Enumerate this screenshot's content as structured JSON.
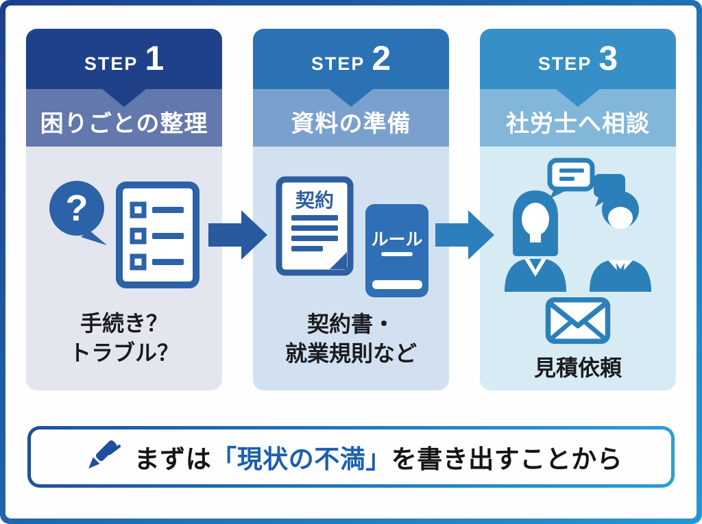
{
  "colors": {
    "frame_border_start": "#1d3f8c",
    "frame_border_end": "#2398d2",
    "step_text": "#ffffff",
    "s1_header": "#1f4189",
    "s1_sub": "#6378ac",
    "s1_body": "#e3e6ef",
    "s1_icon": "#2b62a8",
    "s2_header": "#2b72b4",
    "s2_sub": "#7aa0cd",
    "s2_body": "#d2e1f1",
    "s2_icon": "#2e5f9f",
    "s2_book": "#2e6fb5",
    "s3_header": "#3690c7",
    "s3_sub": "#82b7da",
    "s3_body": "#d7ebf5",
    "s3_icon": "#2c80ba",
    "arrow_1": "#29599f",
    "arrow_2": "#2d7fbc",
    "caption_text": "#1b1b1d",
    "banner_border_start": "#1d4f9e",
    "banner_border_end": "#29a0d4",
    "banner_text": "#141414",
    "banner_highlight": "#1a5fb0",
    "pen": "#1d4f9e"
  },
  "steps": [
    {
      "label": "STEP",
      "number": "1",
      "title": "困りごとの整理",
      "question_mark": "?",
      "caption_line1": "手続き？",
      "caption_line2": "トラブル？"
    },
    {
      "label": "STEP",
      "number": "2",
      "title": "資料の準備",
      "doc_label": "契約",
      "book_label": "ルール",
      "caption_line1": "契約書・",
      "caption_line2": "就業規則など"
    },
    {
      "label": "STEP",
      "number": "3",
      "title": "社労士へ相談",
      "caption_line1": "見積依頼"
    }
  ],
  "banner": {
    "prefix": "まずは",
    "highlight": "「現状の不満」",
    "suffix": "を書き出すことから"
  }
}
